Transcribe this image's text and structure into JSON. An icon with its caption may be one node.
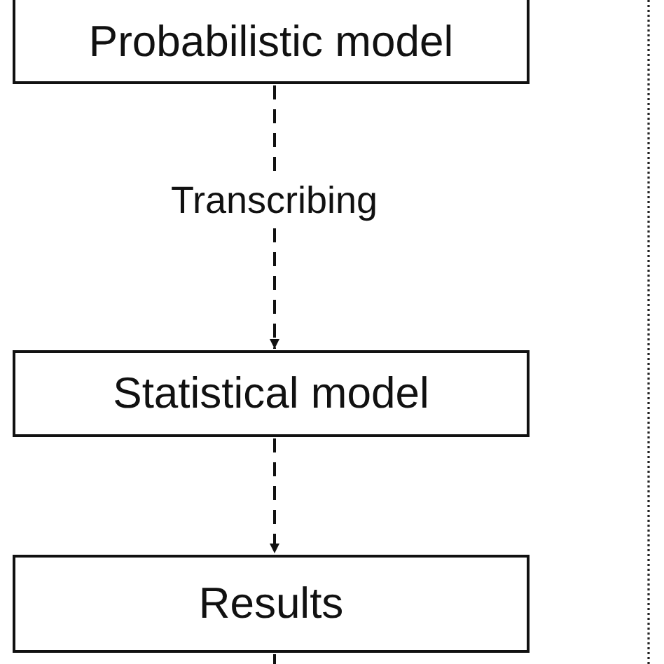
{
  "diagram": {
    "nodes": [
      {
        "text": [
          "Probabilistic model"
        ]
      },
      {
        "text": [
          "Statistical model"
        ]
      },
      {
        "text": [
          "Results"
        ]
      }
    ],
    "edges": [
      {
        "from": 0,
        "to": 1,
        "arrow": "to",
        "label": "Transcribing",
        "style": "dashed"
      },
      {
        "from": 1,
        "to": 2,
        "arrow": "to",
        "style": "dashed"
      },
      {
        "from": 2,
        "to": null,
        "arrow": "none"
      }
    ]
  }
}
